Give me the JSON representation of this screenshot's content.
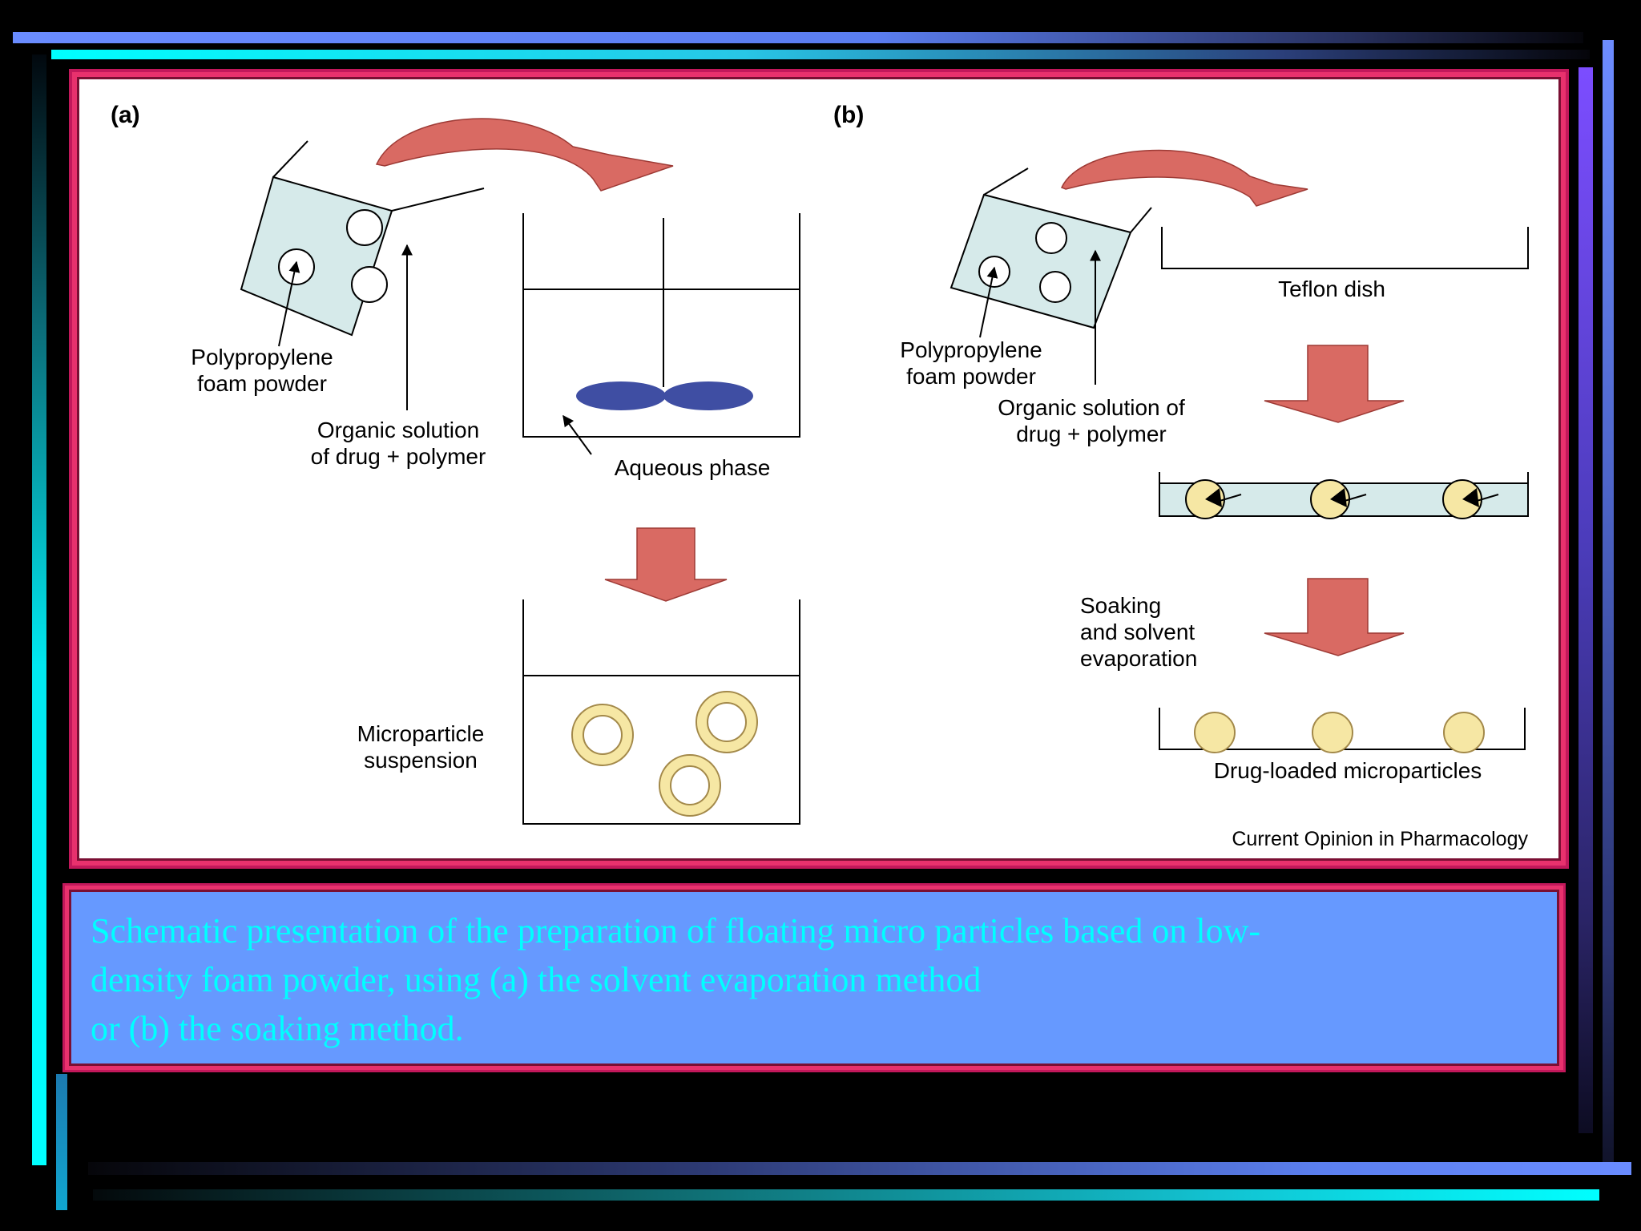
{
  "figure": {
    "panel_a": {
      "label": "(a)",
      "foam_label": "Polypropylene\nfoam powder",
      "solution_label": "Organic solution\nof drug + polymer",
      "aqueous_label": "Aqueous phase",
      "suspension_label": "Microparticle\nsuspension"
    },
    "panel_b": {
      "label": "(b)",
      "dish_label": "Teflon dish",
      "foam_label": "Polypropylene\nfoam powder",
      "solution_label": "Organic solution of\ndrug + polymer",
      "soaking_label": "Soaking\nand solvent\nevaporation",
      "result_label": "Drug-loaded microparticles"
    },
    "source": "Current Opinion in Pharmacology"
  },
  "caption": "Schematic presentation of the preparation of floating micro particles based on low-\ndensity foam powder, using (a) the solvent evaporation method\nor (b) the soaking method.",
  "colors": {
    "arrow_fill": "#d96a63",
    "beaker_fill": "#d6eaea",
    "stirrer_blade": "#3f4ea3",
    "particle_fill": "#f6e7a4",
    "caption_background": "#6699ff",
    "caption_text": "#00ffff",
    "frame_border": "#e8316d"
  }
}
